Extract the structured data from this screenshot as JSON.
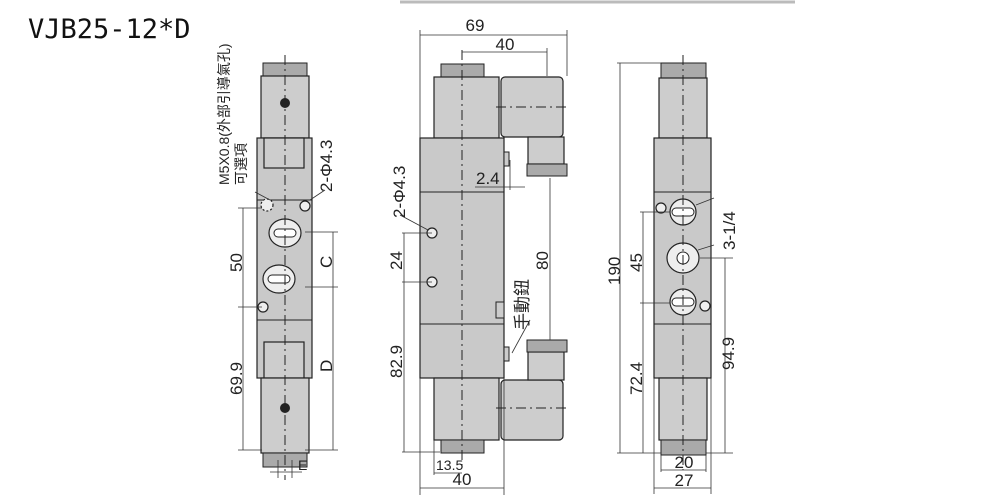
{
  "title": "VJB25-12*D",
  "left_view": {
    "m5_note": "M5X0.8(外部引導氣孔)",
    "optional_note": "可選項",
    "holes": "2-Φ4.3",
    "dim_50": "50",
    "dim_69_9": "69.9",
    "dim_c": "C",
    "dim_d": "D",
    "dim_e": "E"
  },
  "middle_view": {
    "dim_69": "69",
    "dim_40_top": "40",
    "dim_2_4": "2.4",
    "holes": "2-Φ4.3",
    "dim_24": "24",
    "dim_80": "80",
    "manual_note": "手動鈕",
    "dim_82_9": "82.9",
    "dim_13_5": "13.5",
    "dim_40_bottom": "40"
  },
  "right_view": {
    "dim_190": "190",
    "dim_45": "45",
    "ports": "3-1/4",
    "dim_72_4": "72.4",
    "dim_94_9": "94.9",
    "dim_20": "20",
    "dim_27": "27"
  }
}
